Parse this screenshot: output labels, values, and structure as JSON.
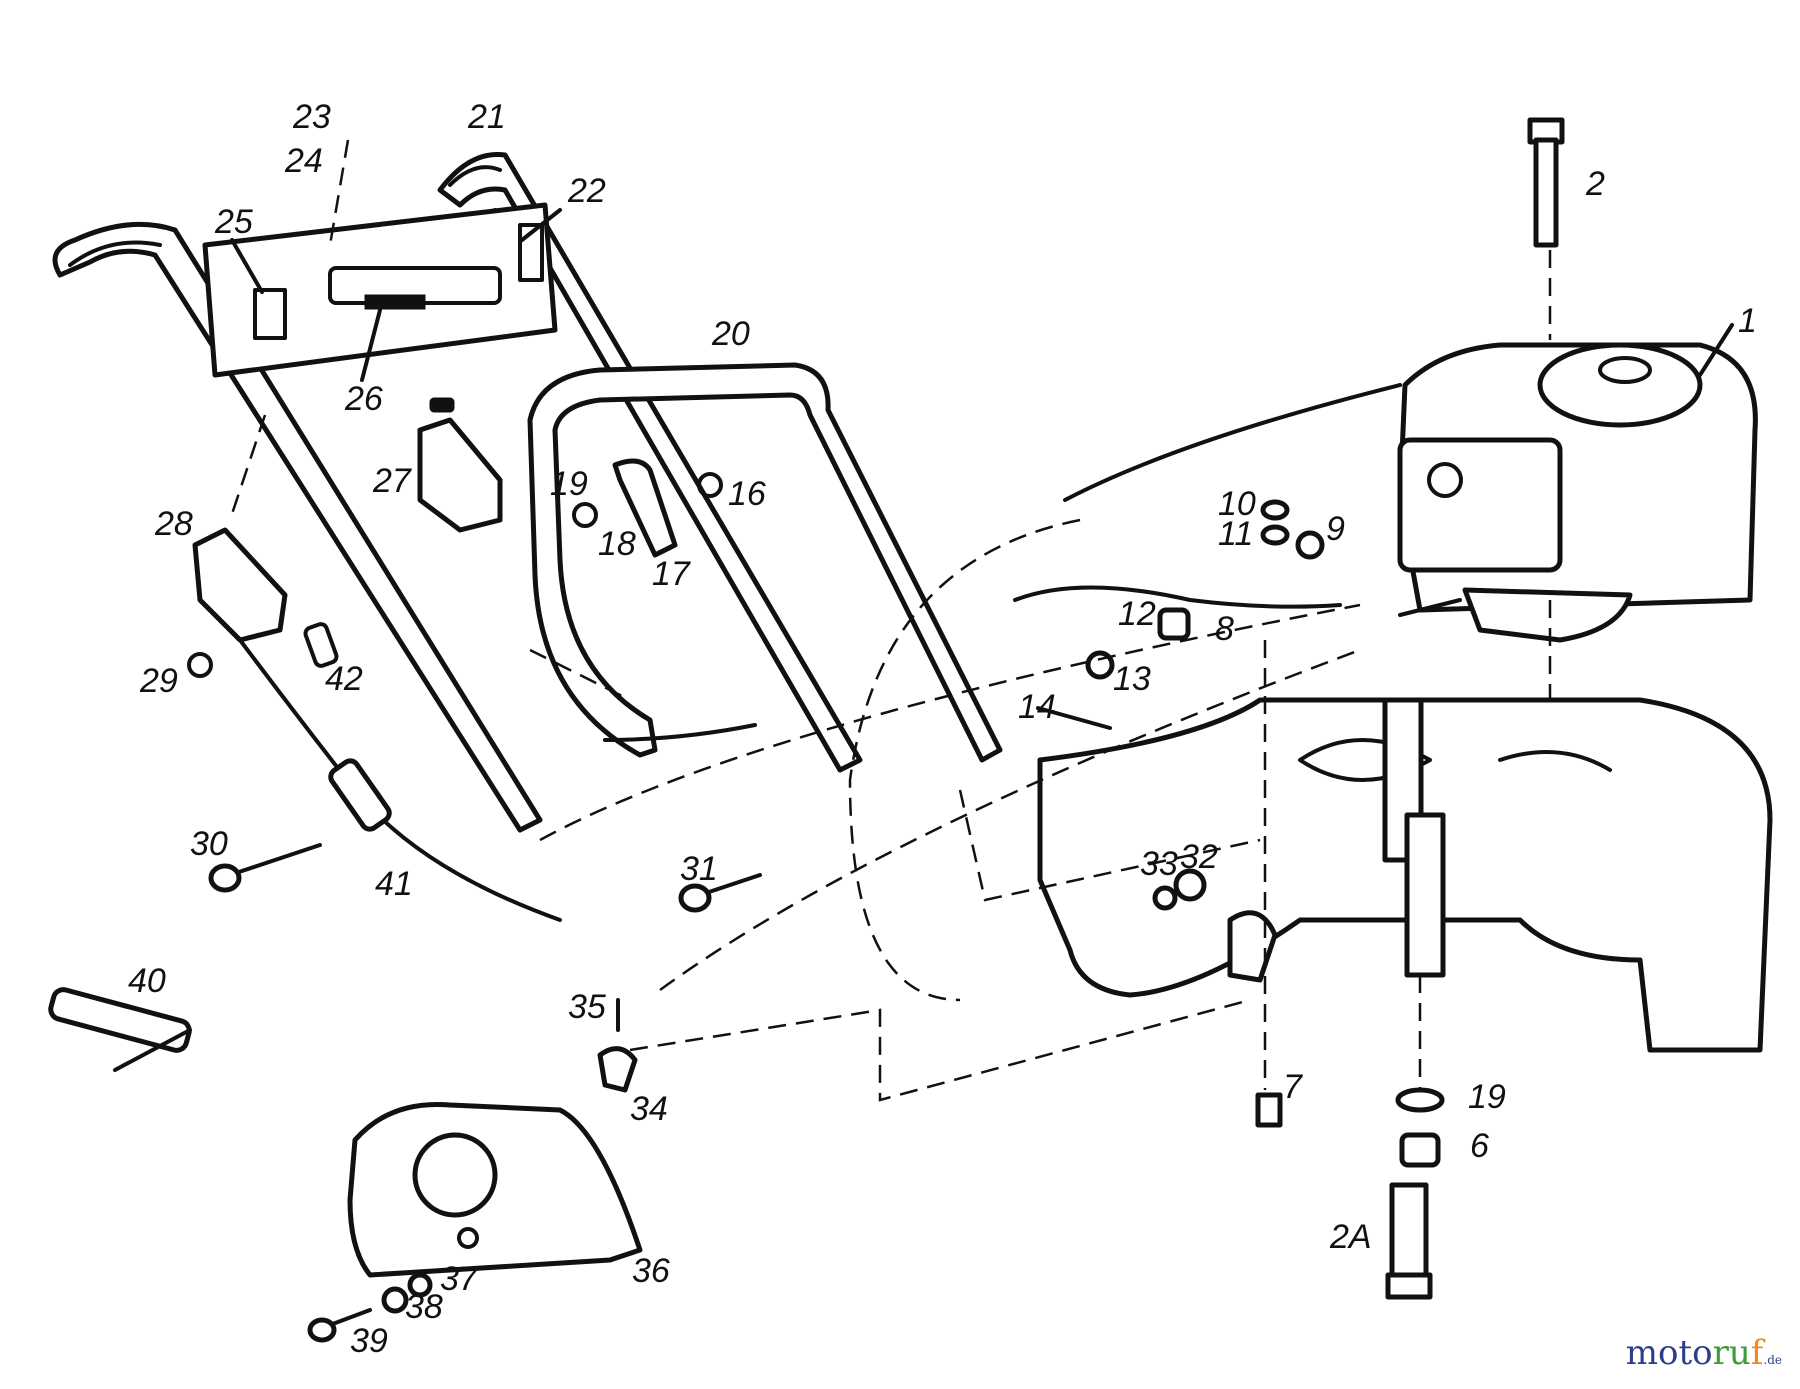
{
  "callouts": {
    "p1": "1",
    "p2": "2",
    "p2a": "2A",
    "p6": "6",
    "p7": "7",
    "p8": "8",
    "p9": "9",
    "p10": "10",
    "p11": "11",
    "p12": "12",
    "p13": "13",
    "p14": "14",
    "p16": "16",
    "p17": "17",
    "p18": "18",
    "p19a": "19",
    "p19b": "19",
    "p20": "20",
    "p21": "21",
    "p22": "22",
    "p23": "23",
    "p24": "24",
    "p25": "25",
    "p26": "26",
    "p27": "27",
    "p28": "28",
    "p29": "29",
    "p30": "30",
    "p31": "31",
    "p32": "32",
    "p33": "33",
    "p34": "34",
    "p35": "35",
    "p36": "36",
    "p37": "37",
    "p38": "38",
    "p39": "39",
    "p40": "40",
    "p41": "41",
    "p42": "42"
  },
  "watermark": {
    "a": "moto",
    "b": "ru",
    "c": "f",
    "d": ".de"
  },
  "colors": {
    "ink": "#111111",
    "wm_blue": "#2d3f8a",
    "wm_green": "#3f9a3a",
    "wm_orange": "#f08a1c"
  }
}
